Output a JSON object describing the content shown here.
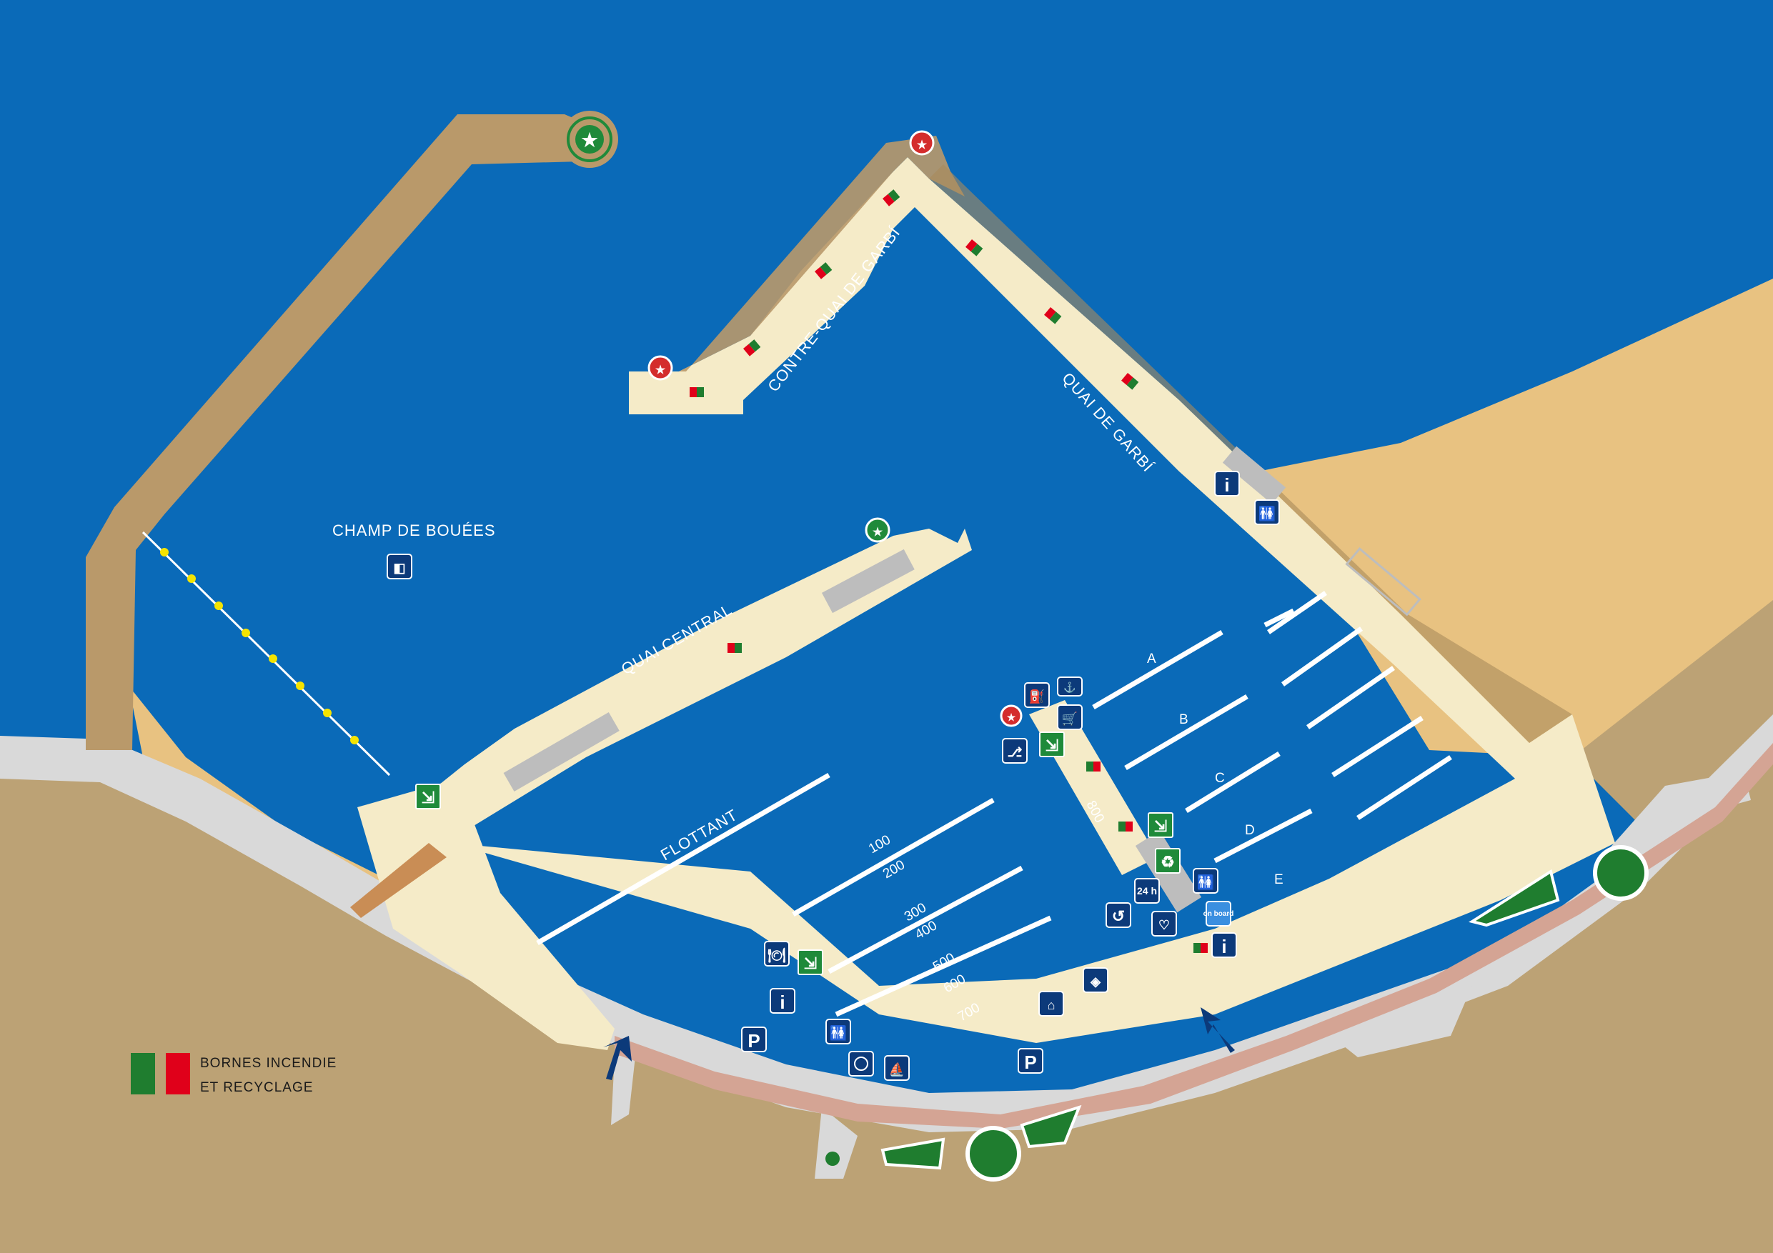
{
  "labels": {
    "champ": "CHAMP DE BOUÉES",
    "quai_central": "QUAI CENTRAL",
    "contre_quai": "CONTRE-QUAI DE GARBÍ",
    "quai_garbi": "QUAI DE GARBÍ",
    "flottant": "FLOTTANT"
  },
  "pontoons": {
    "a": "A",
    "b": "B",
    "c": "C",
    "d": "D",
    "e": "E",
    "n100": "100",
    "n200": "200",
    "n300": "300",
    "n400": "400",
    "n500": "500",
    "n600": "600",
    "n700": "700",
    "n800": "800"
  },
  "legend": {
    "line1": "BORNES INCENDIE",
    "line2": "ET RECYCLAGE"
  },
  "icons": {
    "info": "i",
    "parking": "P",
    "onboard": "on board",
    "h24": "24 h"
  },
  "colors": {
    "water": "#0a6ab8",
    "land": "#bca275",
    "beach": "#e8c281",
    "quay": "#f5ebc8",
    "jetty": "#b9996a",
    "road": "#d9d9d9",
    "sidewalk": "#d4a494",
    "green": "#1f7d2f",
    "red": "#e0001a",
    "icon": "#0c3a7a"
  }
}
